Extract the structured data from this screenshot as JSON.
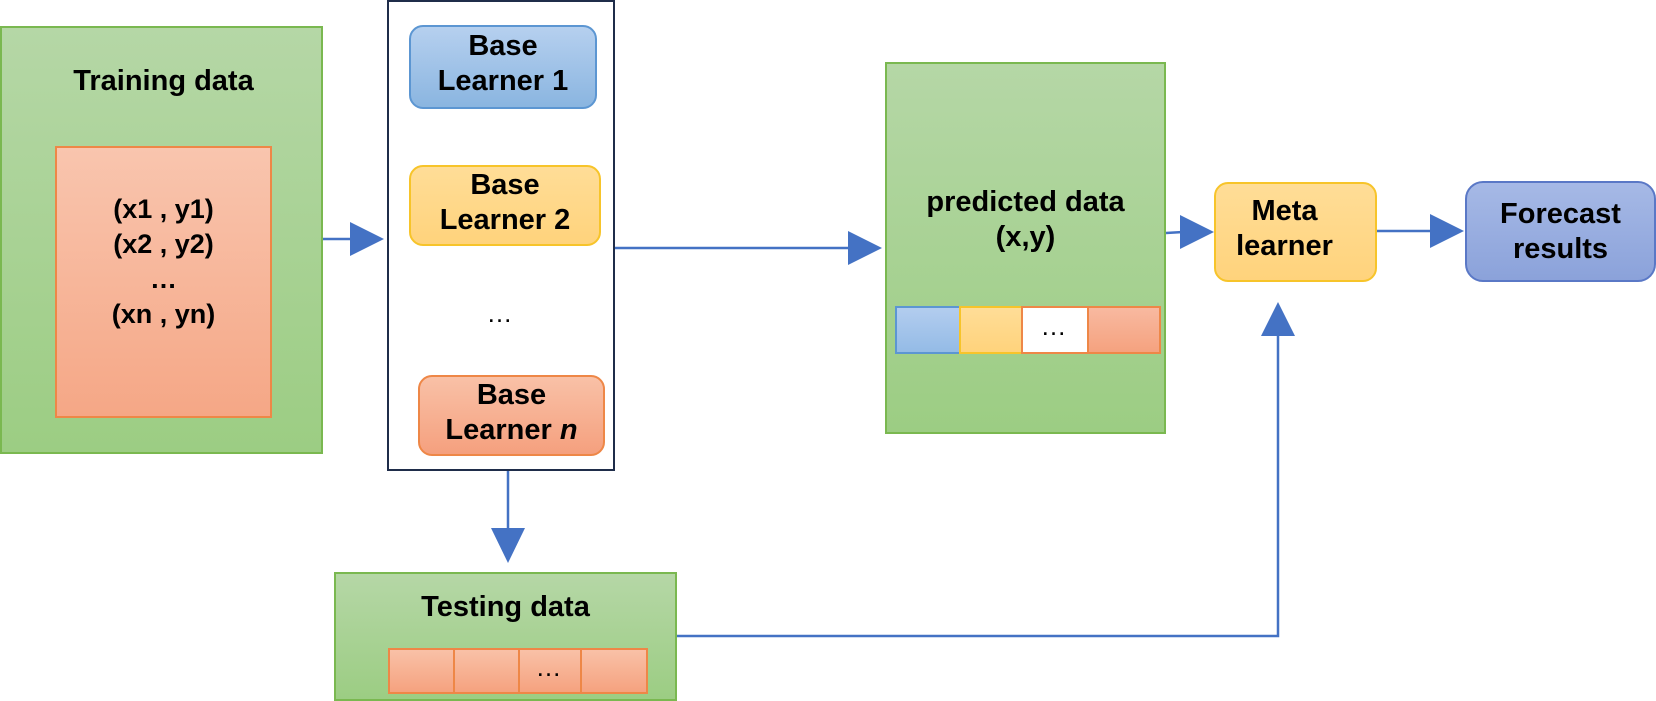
{
  "training": {
    "title": "Training data",
    "rows": [
      "(x1 , y1)",
      "(x2 , y2)",
      "…",
      "(xn , yn)"
    ]
  },
  "learners": {
    "base1": [
      "Base",
      "Learner 1"
    ],
    "base2": [
      "Base",
      "Learner 2"
    ],
    "ellipsis": "…",
    "basen_line1": "Base",
    "basen_prefix": "Learner",
    "basen_italic": "n"
  },
  "predicted": {
    "title_line1": "predicted data",
    "title_line2": "(x,y)",
    "cell_ellipsis": "…"
  },
  "meta": [
    "Meta",
    "learner"
  ],
  "forecast": [
    "Forecast",
    "results"
  ],
  "testing": {
    "title": "Testing data",
    "cell_ellipsis": "…"
  },
  "colors": {
    "arrow": "#4472c4",
    "green_fill": "#a9d18e",
    "green_border": "#70ad47",
    "salmon_fill": "#f8b195",
    "orange_border": "#ed7d31",
    "blue_fill": "#9dc3e6",
    "yellow_fill": "#ffd966",
    "forecast_fill": "#8faadc"
  }
}
